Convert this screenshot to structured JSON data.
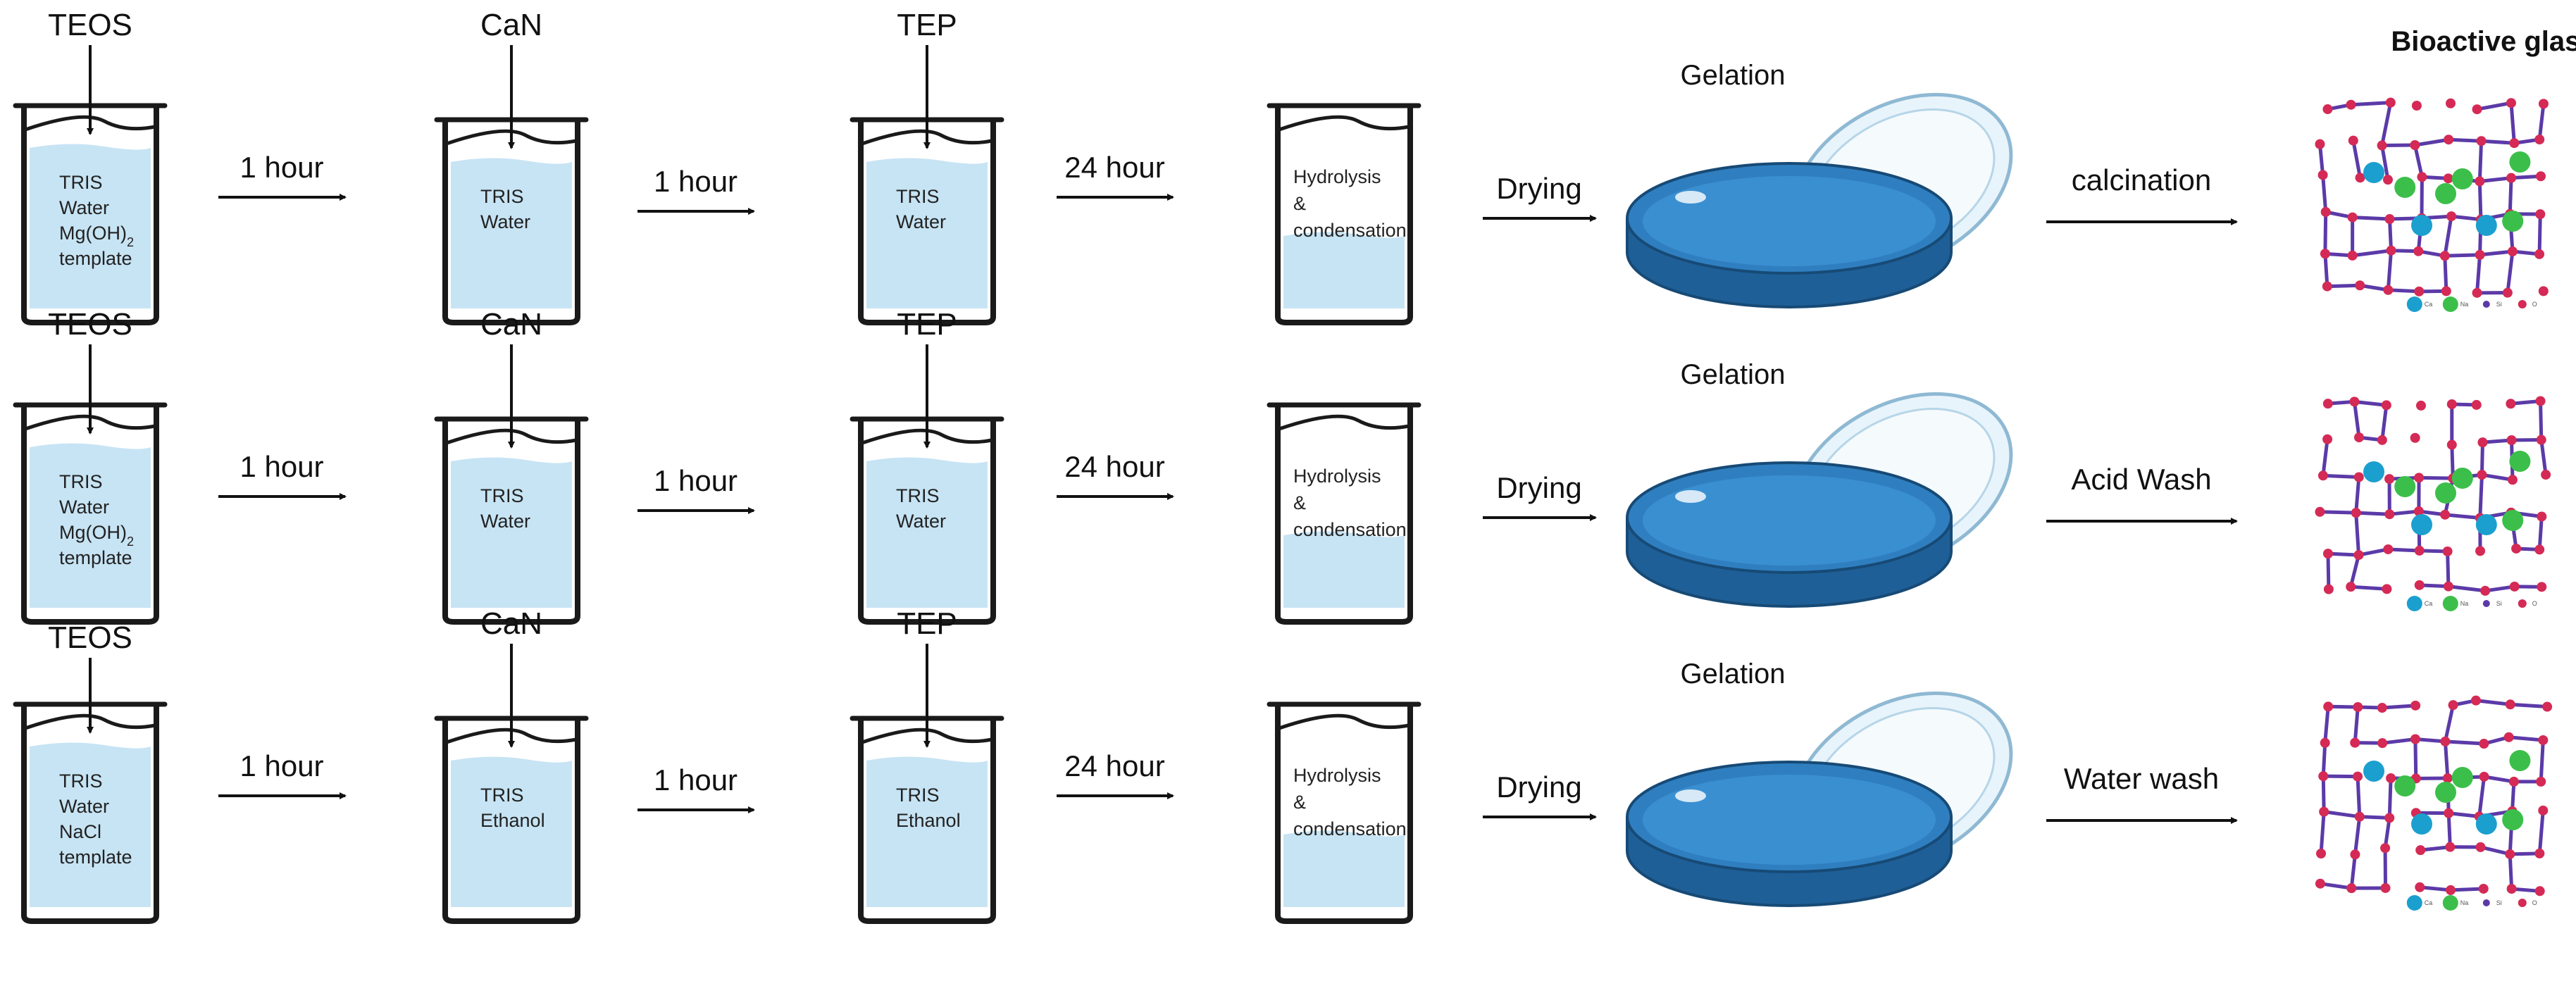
{
  "title": "Bioactive glass",
  "colors": {
    "liquid": "#c7e4f4",
    "beaker_line": "#1a1a1a",
    "dish_blue": "#2f7fc0",
    "network_bond": "#5b3aa8",
    "network_oxygen": "#d42a55",
    "ion_cyan": "#1b9fcf",
    "ion_green": "#3cbf4a"
  },
  "rows": [
    {
      "reagents": [
        "TEOS",
        "CaN",
        "TEP"
      ],
      "beakers": [
        [
          "TRIS",
          "Water",
          "Mg(OH)",
          "template"
        ],
        [
          "TRIS",
          "Water"
        ],
        [
          "TRIS",
          "Water"
        ],
        [
          "Hydrolysis",
          "&",
          "condensation"
        ]
      ],
      "mg_subscript": "2",
      "steps": [
        "1 hour",
        "1 hour",
        "24 hour",
        "Drying"
      ],
      "gelation": "Gelation",
      "final_step": "calcination"
    },
    {
      "reagents": [
        "TEOS",
        "CaN",
        "TEP"
      ],
      "beakers": [
        [
          "TRIS",
          "Water",
          "Mg(OH)",
          "template"
        ],
        [
          "TRIS",
          "Water"
        ],
        [
          "TRIS",
          "Water"
        ],
        [
          "Hydrolysis",
          "&",
          "condensation"
        ]
      ],
      "mg_subscript": "2",
      "steps": [
        "1 hour",
        "1 hour",
        "24 hour",
        "Drying"
      ],
      "gelation": "Gelation",
      "final_step": "Acid Wash"
    },
    {
      "reagents": [
        "TEOS",
        "CaN",
        "TEP"
      ],
      "beakers": [
        [
          "TRIS",
          "Water",
          "NaCl",
          "template"
        ],
        [
          "TRIS",
          "Ethanol"
        ],
        [
          "TRIS",
          "Ethanol"
        ],
        [
          "Hydrolysis",
          "&",
          "condensation"
        ]
      ],
      "mg_subscript": "",
      "steps": [
        "1 hour",
        "1 hour",
        "24 hour",
        "Drying"
      ],
      "gelation": "Gelation",
      "final_step": "Water wash"
    }
  ],
  "network_legend": [
    "Ca",
    "Na",
    "Si",
    "O"
  ]
}
